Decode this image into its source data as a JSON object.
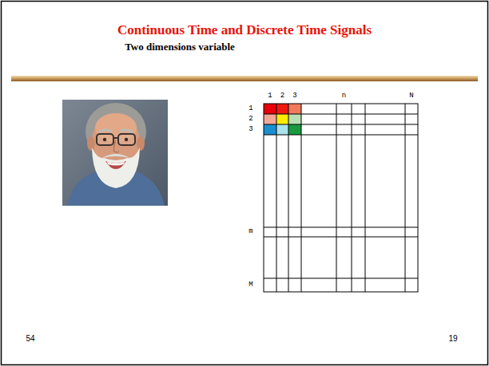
{
  "diagram": {
    "title": "Continuous Time and Discrete Time Signals",
    "labels": [
      "Two dimensions variable",
      "1",
      "2",
      "3",
      "n",
      "N",
      "1",
      "2",
      "3",
      "m",
      "M",
      "54",
      "19"
    ]
  }
}
